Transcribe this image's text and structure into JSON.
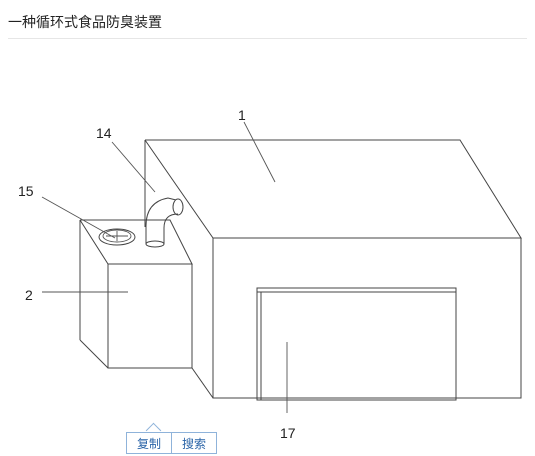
{
  "header": {
    "title": "一种循环式食品防臭装置"
  },
  "figure": {
    "labels": {
      "l1": "1",
      "l14": "14",
      "l15": "15",
      "l2": "2",
      "l17": "17"
    }
  },
  "toolbar": {
    "copy_label": "复制",
    "search_label": "搜索"
  }
}
